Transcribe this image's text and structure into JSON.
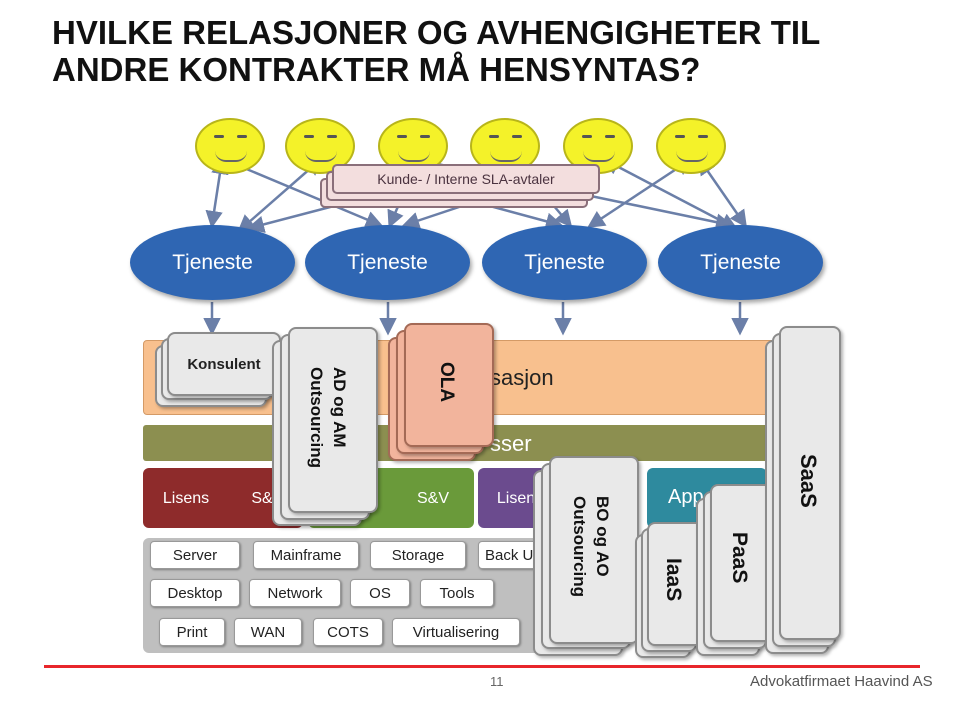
{
  "slide": {
    "title": "HVILKE RELASJONER OG AVHENGIGHETER TIL ANDRE KONTRAKTER MÅ HENSYNTAS?",
    "page_number": "11",
    "footer": "Advokatfirmaet Haavind AS"
  },
  "sla_label": "Kunde- / Interne SLA-avtaler",
  "services": [
    "Tjeneste",
    "Tjeneste",
    "Tjeneste",
    "Tjeneste"
  ],
  "org_band": {
    "text_left": "",
    "text_right": "sasjon"
  },
  "process_band": {
    "text": "sser"
  },
  "license_row": [
    "Lisens",
    "S&",
    "S&V",
    "Lisen"
  ],
  "app_label": "App",
  "infra": {
    "row1": [
      "Server",
      "Mainframe",
      "Storage",
      "Back U"
    ],
    "row2": [
      "Desktop",
      "Network",
      "OS",
      "Tools"
    ],
    "row3": [
      "Print",
      "WAN",
      "COTS",
      "Virtualisering"
    ]
  },
  "cards": {
    "konsulent": "Konsulent",
    "ad_am": "AD og AM\nOutsourcing",
    "ola": "OLA",
    "bo_ao": "BO og AO\nOutsourcing",
    "iaas": "IaaS",
    "paas": "PaaS",
    "saas": "SaaS"
  },
  "colors": {
    "smiley": "#f4f229",
    "service": "#2f66b3",
    "org_band": "#f8c08e",
    "process_band": "#8c8f50",
    "red_group": "#8e2b2b",
    "green_group": "#6a9a3a",
    "purple_group": "#6b4b8e",
    "teal_group": "#2e8a9e",
    "infra_band": "#bfbfbf",
    "footer_line": "#e8262b"
  }
}
